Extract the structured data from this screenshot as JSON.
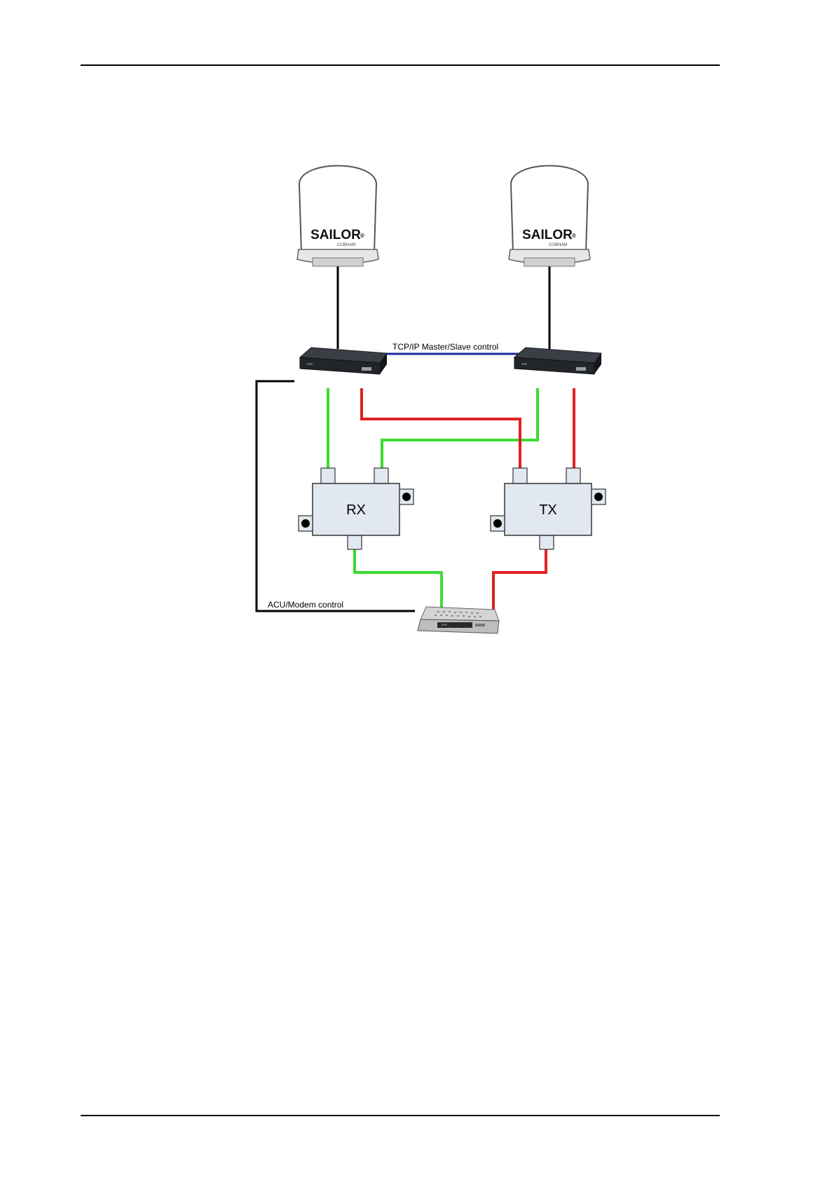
{
  "diagram": {
    "antennas": [
      {
        "brand": "SAILOR",
        "reg": "®",
        "sub": "COBHAM"
      },
      {
        "brand": "SAILOR",
        "reg": "®",
        "sub": "COBHAM"
      }
    ],
    "link_label": "TCP/IP Master/Slave control",
    "modem_label": "ACU/Modem control",
    "splitters": [
      {
        "label": "RX"
      },
      {
        "label": "TX"
      }
    ],
    "colors": {
      "rx_cable": "#3cdc32",
      "tx_cable": "#e02020",
      "control_cable": "#000000",
      "network_link": "#1a2a9e",
      "splitter_fill": "#e2e8f1",
      "splitter_stroke": "#333333"
    },
    "icons": [
      "dome-antenna-icon",
      "acu-rack-icon",
      "splitter-icon",
      "modem-icon"
    ]
  }
}
